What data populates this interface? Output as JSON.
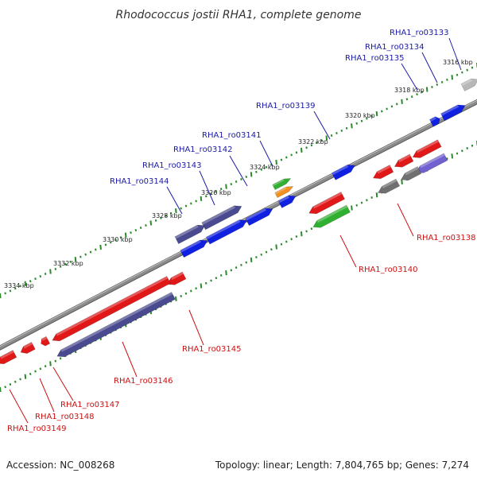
{
  "title": "Rhodococcus jostii RHA1, complete genome",
  "footer": {
    "accession": "Accession: NC_008268",
    "topology": "Topology: linear; Length: 7,804,765 bp; Genes: 7,274"
  },
  "ticks": [
    "3316 kbp",
    "3318 kbp",
    "3320 kbp",
    "3322 kbp",
    "3324 kbp",
    "3326 kbp",
    "3328 kbp",
    "3330 kbp",
    "3332 kbp",
    "3334 kbp"
  ],
  "colors": {
    "backbone": "#8a8a8a",
    "tick": "#2a8a2a",
    "forward_label": "#1a1aa8",
    "reverse_label": "#cc1111",
    "gene_red": "#e01818",
    "gene_blue": "#1020e0",
    "gene_navy": "#4a4a90",
    "gene_green": "#30b030",
    "gene_orange": "#f09020",
    "gene_gray": "#707070",
    "gene_lightgray": "#b8b8b8",
    "gene_purple": "#7060d0"
  },
  "forward_labels": [
    "RHA1_ro03133",
    "RHA1_ro03134",
    "RHA1_ro03135",
    "RHA1_ro03139",
    "RHA1_ro03141",
    "RHA1_ro03142",
    "RHA1_ro03143",
    "RHA1_ro03144"
  ],
  "reverse_labels": [
    "RHA1_ro03138",
    "RHA1_ro03140",
    "RHA1_ro03145",
    "RHA1_ro03146",
    "RHA1_ro03147",
    "RHA1_ro03148",
    "RHA1_ro03149"
  ]
}
